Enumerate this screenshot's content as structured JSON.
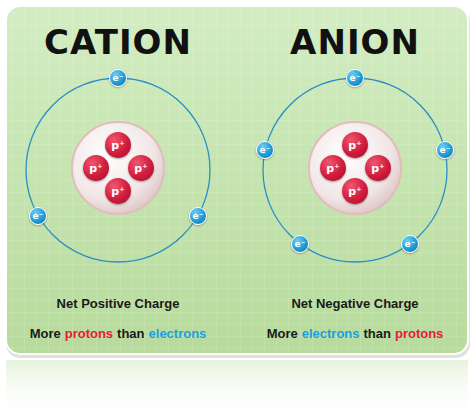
{
  "diagram": {
    "nodes": [
      {
        "text": [
          "p⁺"
        ]
      },
      {
        "text": [
          "p⁺"
        ]
      },
      {
        "text": [
          "p⁺"
        ]
      },
      {
        "text": [
          "p⁺"
        ]
      },
      {
        "text": [
          "e⁻"
        ]
      },
      {
        "text": [
          "e⁻"
        ]
      },
      {
        "text": [
          "e⁻"
        ]
      },
      {
        "text": [
          "p⁺"
        ]
      },
      {
        "text": [
          "p⁺"
        ]
      },
      {
        "text": [
          "p⁺"
        ]
      },
      {
        "text": [
          "p⁺"
        ]
      },
      {
        "text": [
          "e⁻"
        ]
      },
      {
        "text": [
          "e⁻"
        ]
      },
      {
        "text": [
          "e⁻"
        ]
      },
      {
        "text": [
          "e⁻"
        ]
      },
      {
        "text": [
          "e⁻"
        ]
      }
    ],
    "labels": [
      "CATION",
      "ANION",
      "Net Positive Charge",
      "More",
      "protons",
      "than",
      "electrons",
      "Net Negative Charge",
      "More",
      "electrons",
      "than",
      "protons"
    ]
  }
}
